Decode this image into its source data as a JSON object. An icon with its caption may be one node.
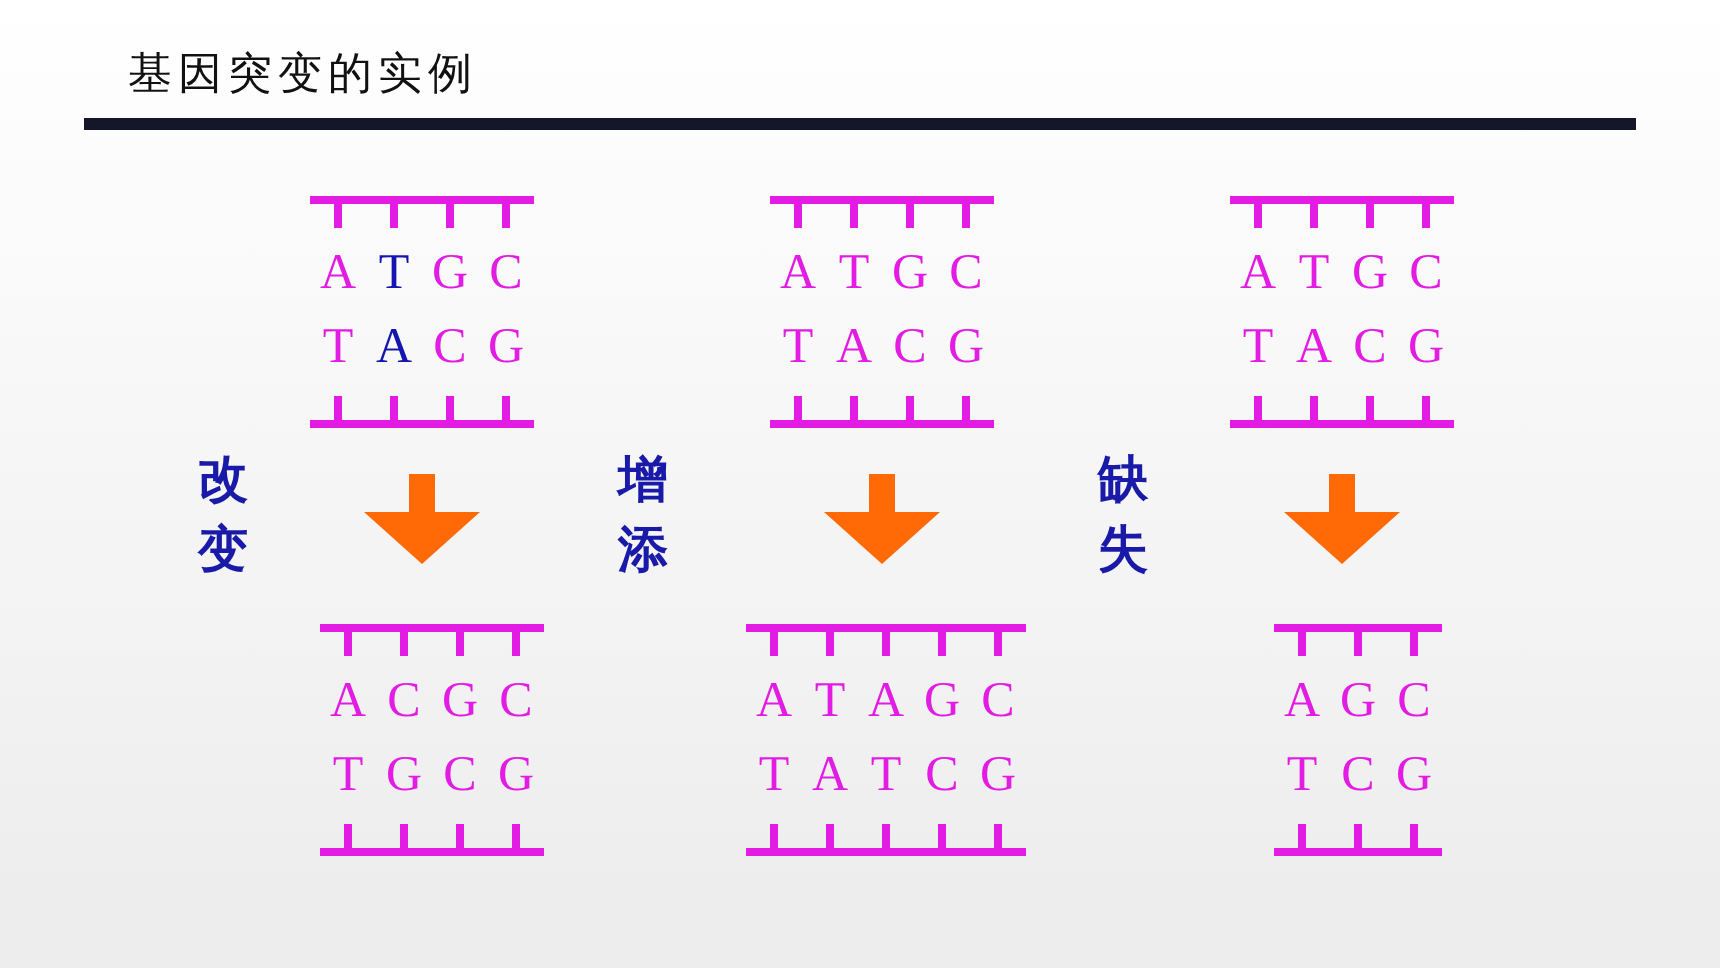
{
  "diagram": {
    "title": "基因突变的实例",
    "nodes": [
      {
        "text": [
          "A T G C",
          "T A C G"
        ]
      },
      {
        "text": [
          "A T G C",
          "T A C G"
        ]
      },
      {
        "text": [
          "A T G C",
          "T A C G"
        ]
      },
      {
        "text": [
          "A C G C",
          "T G C G"
        ]
      },
      {
        "text": [
          "A T A G C",
          "T A T C G"
        ]
      },
      {
        "text": [
          "A G C",
          "T C G"
        ]
      }
    ],
    "edges": [
      {
        "from": 0,
        "to": 3,
        "arrow": "to",
        "label": "改变"
      },
      {
        "from": 1,
        "to": 4,
        "arrow": "to",
        "label": "增添"
      },
      {
        "from": 2,
        "to": 5,
        "arrow": "to",
        "label": "缺失"
      }
    ]
  }
}
